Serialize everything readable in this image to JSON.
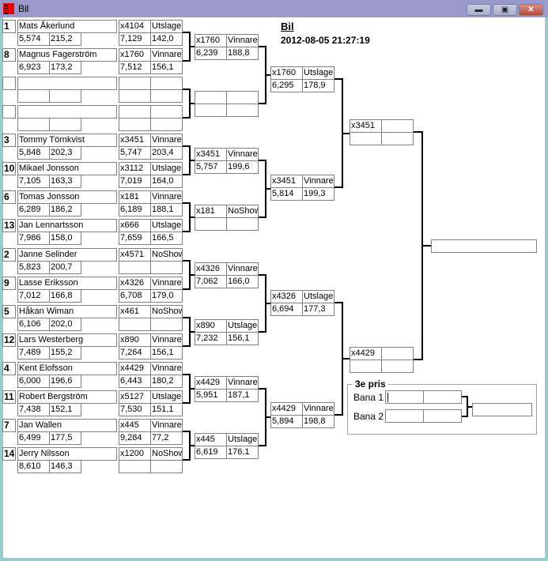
{
  "window": {
    "title": "Bil",
    "minimize": "▬",
    "maximize": "▣",
    "close": "✕"
  },
  "header": {
    "title": "Bil",
    "datetime": "2012-08-05 21:27:19"
  },
  "round1": [
    {
      "seed": "1",
      "name": "Mats Åkerlund",
      "time": "5,574",
      "speed": "215,2",
      "car": "x4104",
      "result": "Utslager",
      "run_time": "7,129",
      "run_speed": "142,0"
    },
    {
      "seed": "8",
      "name": "Magnus Fagerström",
      "time": "6,923",
      "speed": "173,2",
      "car": "x1760",
      "result": "Vinnare",
      "run_time": "7,512",
      "run_speed": "156,1"
    },
    {
      "seed": "",
      "name": "",
      "time": "",
      "speed": "",
      "car": "",
      "result": "",
      "run_time": "",
      "run_speed": ""
    },
    {
      "seed": "",
      "name": "",
      "time": "",
      "speed": "",
      "car": "",
      "result": "",
      "run_time": "",
      "run_speed": ""
    },
    {
      "seed": "3",
      "name": "Tommy Törnkvist",
      "time": "5,848",
      "speed": "202,3",
      "car": "x3451",
      "result": "Vinnare",
      "run_time": "5,747",
      "run_speed": "203,4"
    },
    {
      "seed": "10",
      "name": "Mikael Jonsson",
      "time": "7,105",
      "speed": "163,3",
      "car": "x3112",
      "result": "Utslager",
      "run_time": "7,019",
      "run_speed": "164,0"
    },
    {
      "seed": "6",
      "name": "Tomas Jonsson",
      "time": "6,289",
      "speed": "186,2",
      "car": "x181",
      "result": "Vinnare",
      "run_time": "6,189",
      "run_speed": "188,1"
    },
    {
      "seed": "13",
      "name": "Jan Lennartsson",
      "time": "7,986",
      "speed": "158,0",
      "car": "x666",
      "result": "Utslager",
      "run_time": "7,659",
      "run_speed": "166,5"
    },
    {
      "seed": "2",
      "name": "Janne Selinder",
      "time": "5,823",
      "speed": "200,7",
      "car": "x4571",
      "result": "NoShow",
      "run_time": "",
      "run_speed": ""
    },
    {
      "seed": "9",
      "name": "Lasse Eriksson",
      "time": "7,012",
      "speed": "166,8",
      "car": "x4326",
      "result": "Vinnare",
      "run_time": "6,708",
      "run_speed": "179,0"
    },
    {
      "seed": "5",
      "name": "Håkan Wiman",
      "time": "6,106",
      "speed": "202,0",
      "car": "x461",
      "result": "NoShow",
      "run_time": "",
      "run_speed": ""
    },
    {
      "seed": "12",
      "name": "Lars Westerberg",
      "time": "7,489",
      "speed": "155,2",
      "car": "x890",
      "result": "Vinnare",
      "run_time": "7,264",
      "run_speed": "156,1"
    },
    {
      "seed": "4",
      "name": "Kent Elofsson",
      "time": "6,000",
      "speed": "196,6",
      "car": "x4429",
      "result": "Vinnare",
      "run_time": "6,443",
      "run_speed": "180,2"
    },
    {
      "seed": "11",
      "name": "Robert Bergström",
      "time": "7,438",
      "speed": "152,1",
      "car": "x5127",
      "result": "Utslager",
      "run_time": "7,530",
      "run_speed": "151,1"
    },
    {
      "seed": "7",
      "name": "Jan Wallen",
      "time": "6,499",
      "speed": "177,5",
      "car": "x445",
      "result": "Vinnare",
      "run_time": "9,284",
      "run_speed": "77,2"
    },
    {
      "seed": "14",
      "name": "Jerry Nilsson",
      "time": "8,610",
      "speed": "146,3",
      "car": "x1200",
      "result": "NoShow",
      "run_time": "",
      "run_speed": ""
    }
  ],
  "round2": [
    {
      "car": "x1760",
      "result": "Vinnare",
      "time": "6,239",
      "speed": "188,8"
    },
    {
      "car": "",
      "result": "",
      "time": "",
      "speed": ""
    },
    {
      "car": "x3451",
      "result": "Vinnare",
      "time": "5,757",
      "speed": "199,6"
    },
    {
      "car": "x181",
      "result": "NoShow",
      "time": "",
      "speed": ""
    },
    {
      "car": "x4326",
      "result": "Vinnare",
      "time": "7,062",
      "speed": "166,0"
    },
    {
      "car": "x890",
      "result": "Utslager",
      "time": "7,232",
      "speed": "156,1"
    },
    {
      "car": "x4429",
      "result": "Vinnare",
      "time": "5,951",
      "speed": "187,1"
    },
    {
      "car": "x445",
      "result": "Utslager",
      "time": "6,619",
      "speed": "176,1"
    }
  ],
  "round3": [
    {
      "car": "x1760",
      "result": "Utslager",
      "time": "6,295",
      "speed": "178,9"
    },
    {
      "car": "x3451",
      "result": "Vinnare",
      "time": "5,814",
      "speed": "199,3"
    },
    {
      "car": "x4326",
      "result": "Utslager",
      "time": "6,694",
      "speed": "177,3"
    },
    {
      "car": "x4429",
      "result": "Vinnare",
      "time": "5,894",
      "speed": "198,8"
    }
  ],
  "round4": [
    {
      "car": "x3451",
      "result": "",
      "time": "",
      "speed": ""
    },
    {
      "car": "x4429",
      "result": "",
      "time": "",
      "speed": ""
    }
  ],
  "final": {
    "winner": ""
  },
  "third_place": {
    "title": "3e pris",
    "lane1_label": "Bana 1",
    "lane2_label": "Bana 2",
    "lane1_car": "",
    "lane1_result": "",
    "lane2_car": "",
    "lane2_result": "",
    "winner": ""
  }
}
